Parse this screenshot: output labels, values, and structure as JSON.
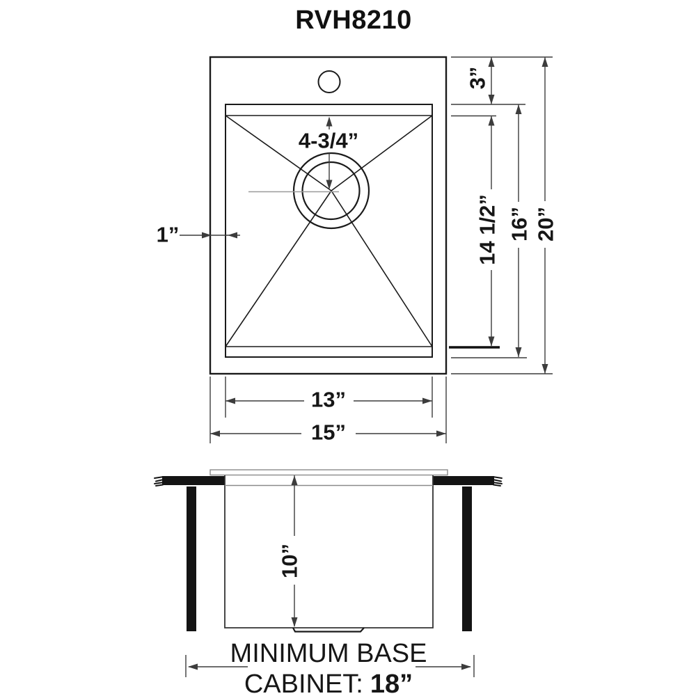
{
  "title": "RVH8210",
  "top_view": {
    "dim_faucet_to_drain": "4-3/4”",
    "dim_rim": "1”",
    "dim_back_deck": "3”",
    "dim_bowl_inner_length": "14 1/2”",
    "dim_bowl_length": "16”",
    "dim_overall_length": "20”",
    "dim_bowl_width": "13”",
    "dim_overall_width": "15”"
  },
  "side_view": {
    "dim_bowl_depth": "10”",
    "cabinet_note_line1": "MINIMUM BASE",
    "cabinet_note_prefix": "CABINET:",
    "cabinet_note_value": "18”"
  },
  "colors": {
    "line": "#1a1a1a",
    "dim": "#3c3c3c",
    "center": "#9a9a9a",
    "soft": "#8a8a8a",
    "bg": "#ffffff"
  }
}
